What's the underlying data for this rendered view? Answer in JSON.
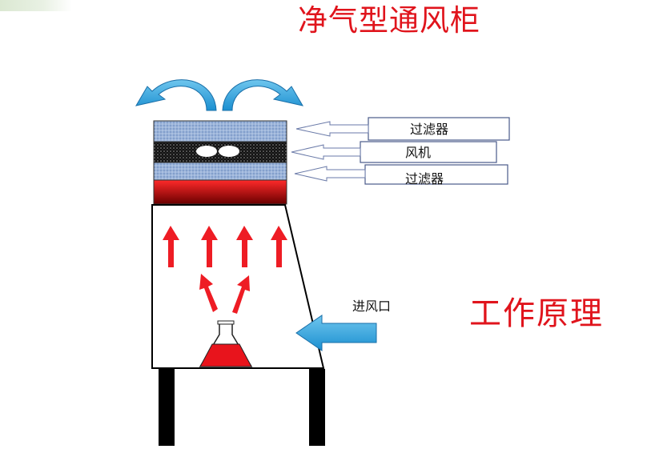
{
  "title": "净气型通风柜",
  "subtitle": "工作原理",
  "labels": {
    "filter_top": "过滤器",
    "fan": "风机",
    "filter_bottom": "过滤器",
    "air_inlet": "进风口"
  },
  "colors": {
    "title": "#e0141c",
    "subtitle": "#e0141c",
    "arrow_red": "#ee1c24",
    "arrow_blue": "#2aa4e0",
    "filter_fill": "#8aa7d2",
    "fan_fill": "#1a1a1a",
    "heater_top": "#ff2222",
    "heater_bottom": "#7a0000",
    "leg": "#000000",
    "flask_liquid": "#e8141c"
  }
}
